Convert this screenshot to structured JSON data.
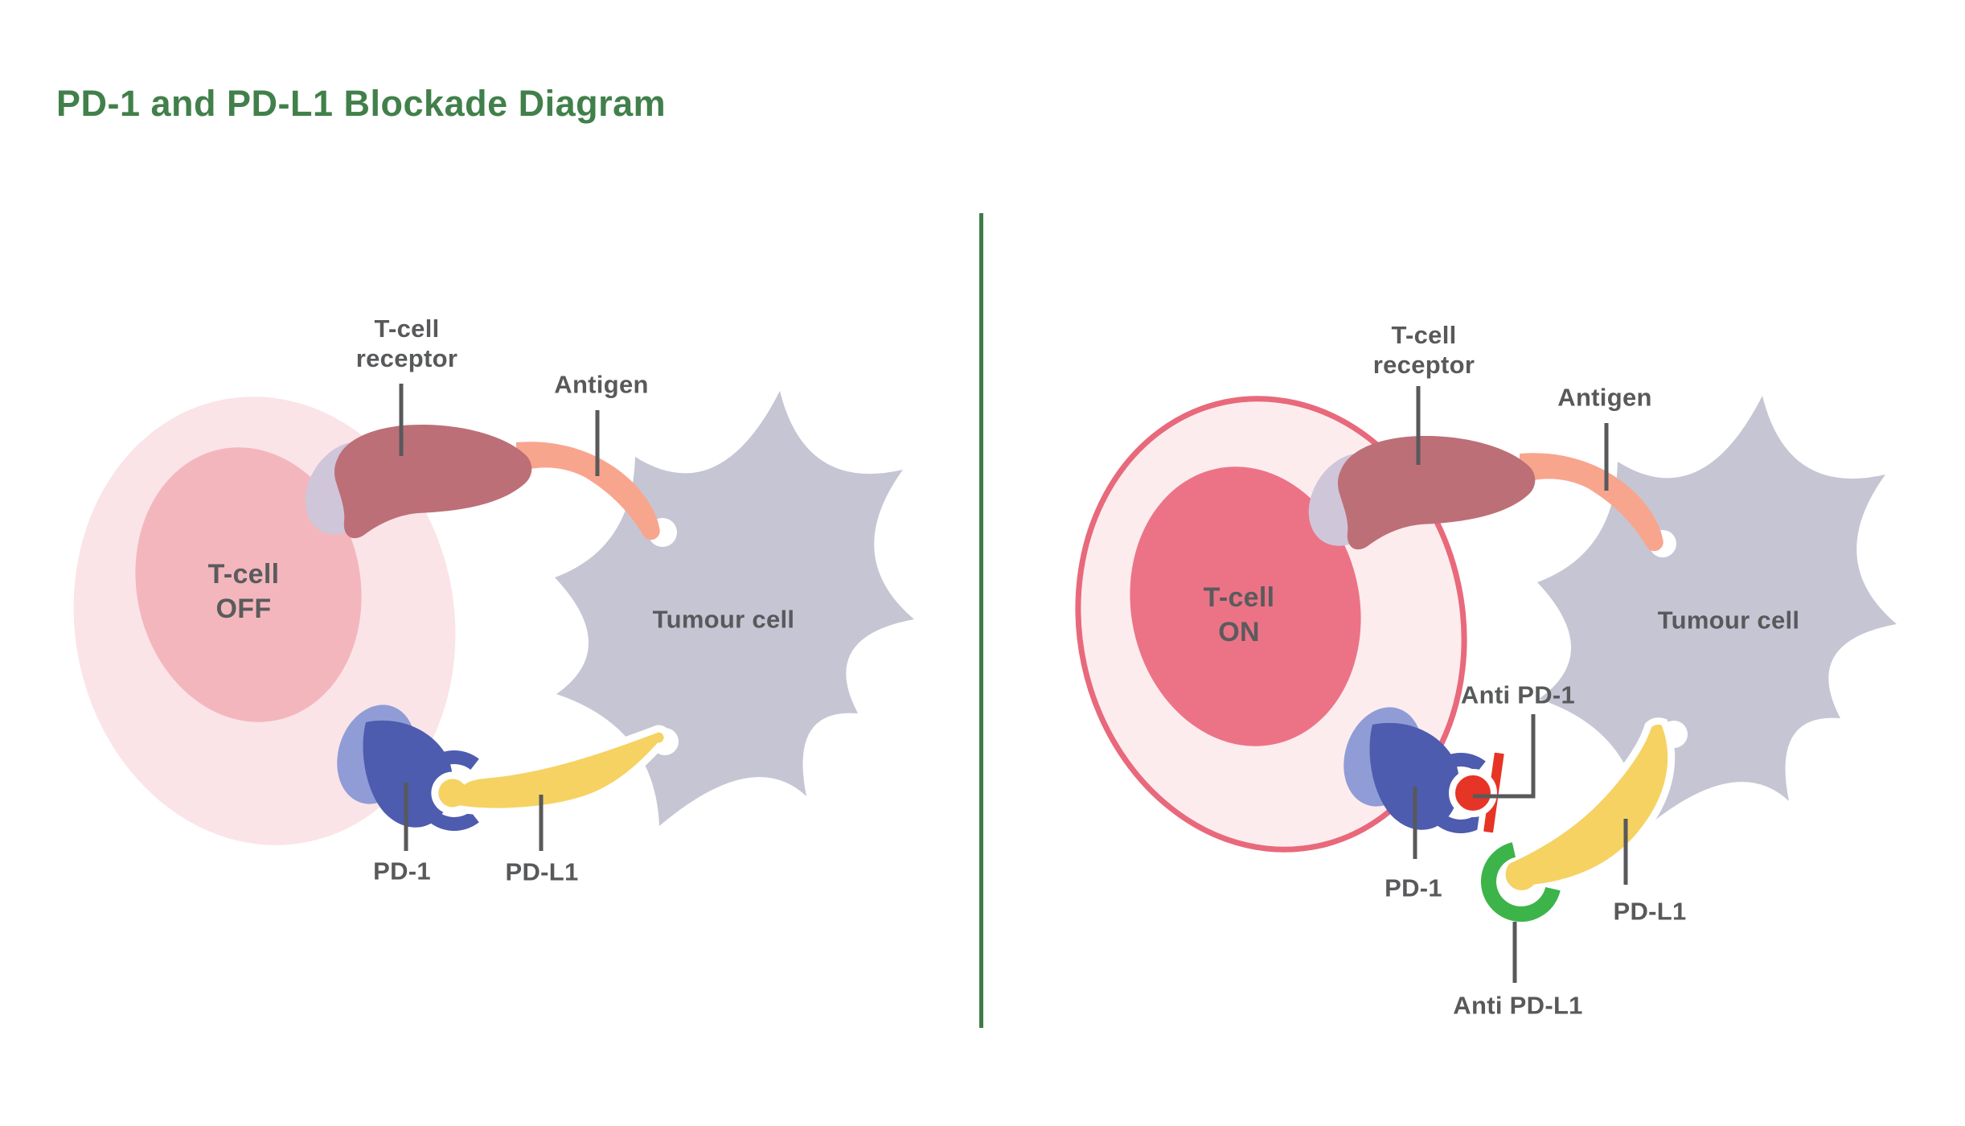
{
  "title": "PD-1 and PD-L1 Blockade Diagram",
  "panels": {
    "left": {
      "cell_state": "T-cell\nOFF",
      "labels": {
        "receptor": "T-cell\nreceptor",
        "antigen": "Antigen",
        "tumour": "Tumour cell",
        "pd1": "PD-1",
        "pdl1": "PD-L1"
      }
    },
    "right": {
      "cell_state": "T-cell\nON",
      "labels": {
        "receptor": "T-cell\nreceptor",
        "antigen": "Antigen",
        "tumour": "Tumour cell",
        "pd1": "PD-1",
        "pdl1": "PD-L1",
        "anti_pd1": "Anti PD-1",
        "anti_pdl1": "Anti PD-L1"
      }
    }
  },
  "colors": {
    "title_green": "#41804a",
    "divider_green": "#3e7c45",
    "label_gray": "#58595b",
    "tcell_off_outer_pink": "#fae4e8",
    "tcell_off_inner_pink": "#f4b6bd",
    "tcell_on_outer_fill": "#fdecee",
    "tcell_on_border_rose": "#e8697b",
    "tcell_on_inner_rose": "#ec7386",
    "receptor_mauve": "#bd6f78",
    "antigen_salmon": "#f8a58e",
    "tumour_gray": "#c6c5d4",
    "receptor_socket_lavender": "#cfc6d9",
    "pd1_blue_dark": "#4d5cae",
    "pd1_blue_light": "#8f9cd6",
    "pdl1_yellow": "#f5d262",
    "anti_pd1_red": "#e63426",
    "anti_pdl1_green": "#3cb44a"
  }
}
